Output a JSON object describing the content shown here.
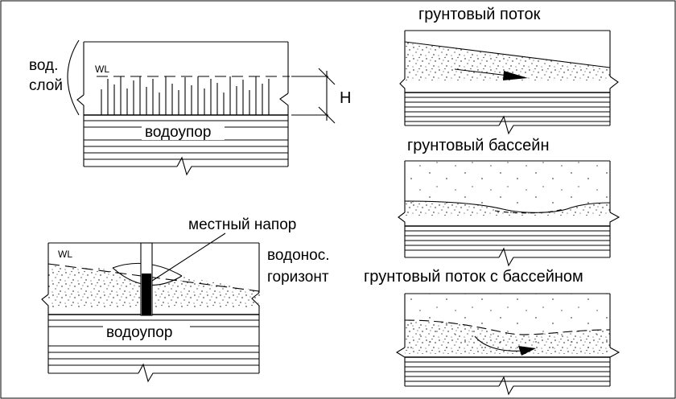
{
  "labels": {
    "aquifer_layer": [
      "вод.",
      "слой"
    ],
    "water_level": "WL",
    "head": "H",
    "aquiclude": "водоупор",
    "local_head": "местный напор",
    "aquifer_horizon": [
      "водонос.",
      "горизонт"
    ],
    "flow_title": "грунтовый поток",
    "basin_title": "грунтовый бассейн",
    "flow_basin_title": "грунтовый поток с бассейном"
  }
}
